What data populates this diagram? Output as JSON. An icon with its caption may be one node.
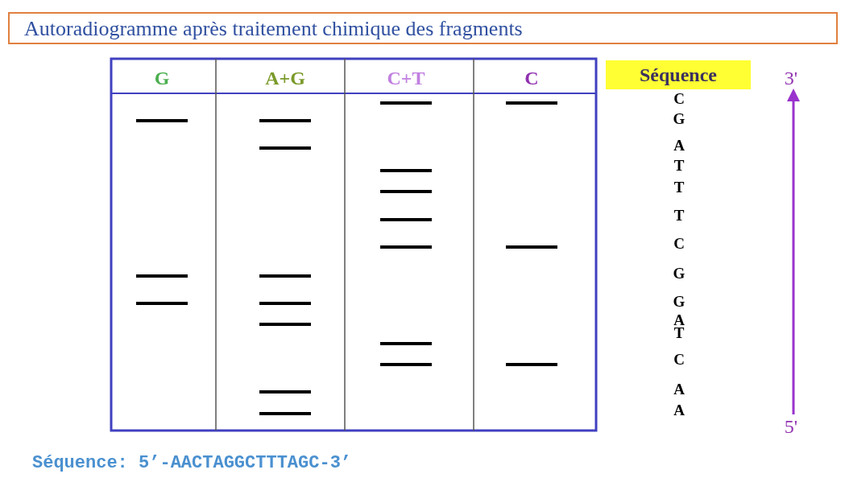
{
  "diagram": {
    "title": "Autoradiogramme après traitement chimique des fragments",
    "labels": [
      "G",
      "A+G",
      "C+T",
      "C",
      "Séquence",
      "C",
      "G",
      "A",
      "T",
      "T",
      "T",
      "C",
      "G",
      "G",
      "A",
      "T",
      "C",
      "A",
      "A",
      "3'",
      "5'"
    ],
    "caption": "Séquence: 5’-AACTAGGCTTTAGC-3’"
  }
}
